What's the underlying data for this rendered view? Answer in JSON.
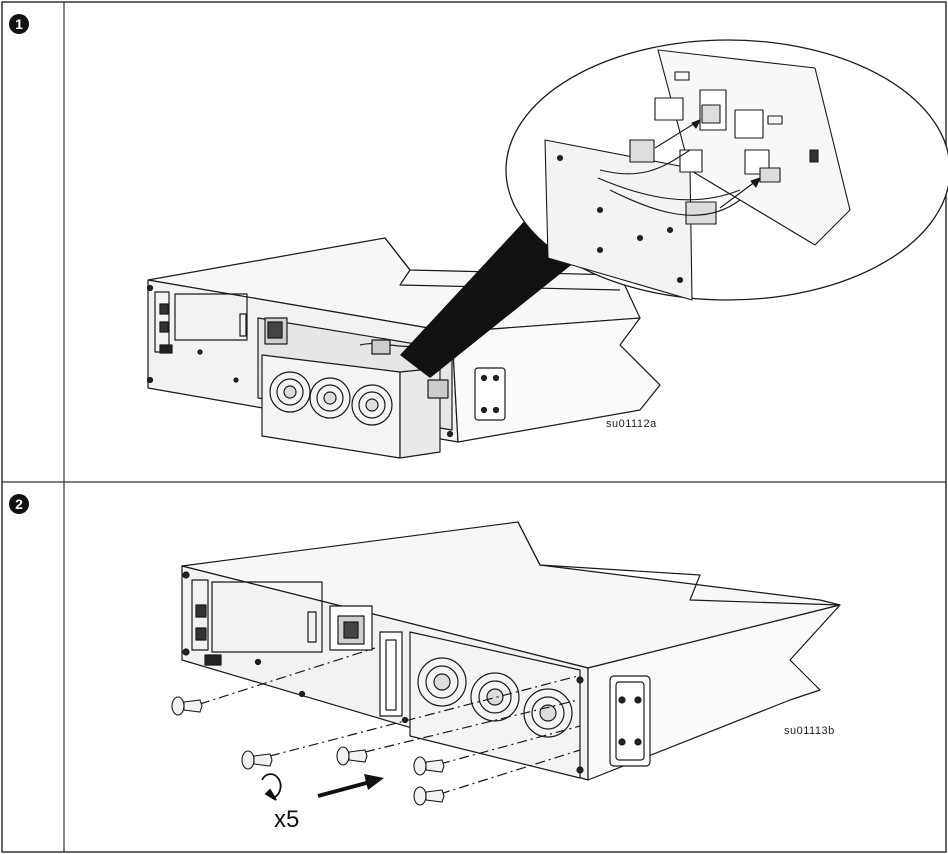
{
  "steps": [
    {
      "number": "1",
      "figure_label": "su01112a"
    },
    {
      "number": "2",
      "figure_label": "su01113b",
      "screw_count": "x5"
    }
  ],
  "colors": {
    "line": "#1a1a1a",
    "fill": "#f2f2f2",
    "shadow": "#111111"
  }
}
